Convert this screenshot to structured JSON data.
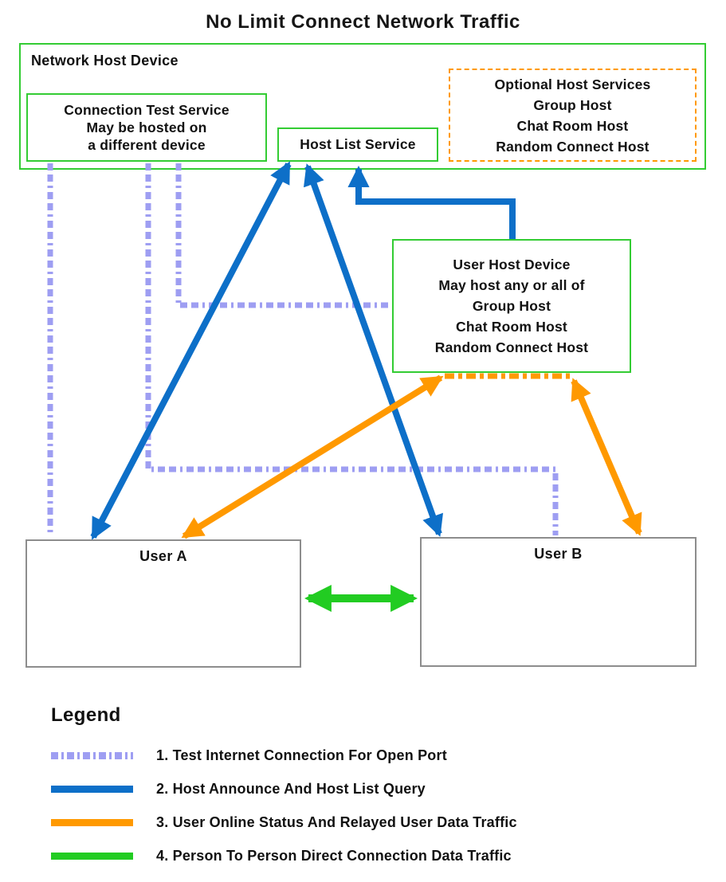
{
  "title": "No Limit Connect Network Traffic",
  "boxes": {
    "network_host_device": {
      "label": "Network Host Device"
    },
    "connection_test_service": {
      "lines": [
        "Connection Test Service",
        "May be hosted on",
        "a different device"
      ]
    },
    "host_list_service": {
      "label": "Host List Service"
    },
    "optional_host_services": {
      "lines": [
        "Optional Host Services",
        "Group Host",
        "Chat Room Host",
        "Random Connect Host"
      ]
    },
    "user_host_device": {
      "lines": [
        "User Host Device",
        "May host any or all of",
        "Group Host",
        "Chat Room Host",
        "Random Connect Host"
      ]
    },
    "user_a": {
      "label": "User A"
    },
    "user_b": {
      "label": "User B"
    }
  },
  "legend": {
    "title": "Legend",
    "items": [
      {
        "label": "1. Test Internet Connection For Open Port",
        "style": "dashed",
        "color": "#9e9ef2"
      },
      {
        "label": "2. Host Announce And Host List Query",
        "style": "solid",
        "color": "#0d6fc8"
      },
      {
        "label": "3. User Online Status And Relayed User Data Traffic",
        "style": "solid",
        "color": "#ff9900"
      },
      {
        "label": "4. Person To Person Direct Connection Data Traffic",
        "style": "solid",
        "color": "#22cc22"
      }
    ]
  },
  "colors": {
    "box_border_green": "#33cc33",
    "box_border_gray": "#8d8d8d",
    "optional_border_orange": "#ff9900",
    "arrow_blue": "#0d6fc8",
    "arrow_orange": "#ff9900",
    "arrow_green": "#22cc22",
    "line_purple": "#9e9ef2",
    "text": "#111111"
  }
}
